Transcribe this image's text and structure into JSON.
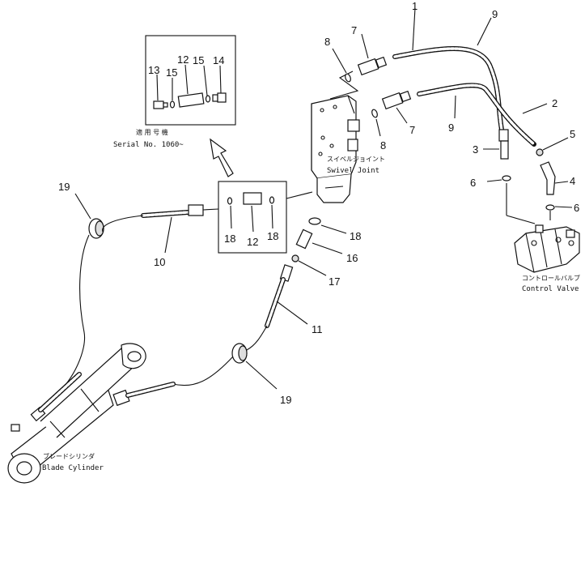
{
  "callouts": {
    "c1": "1",
    "c2": "2",
    "c3": "3",
    "c4": "4",
    "c5": "5",
    "c6a": "6",
    "c6b": "6",
    "c7a": "7",
    "c7b": "7",
    "c8a": "8",
    "c8b": "8",
    "c9a": "9",
    "c9b": "9",
    "c10": "10",
    "c11": "11",
    "c12a": "12",
    "c12b": "12",
    "c13": "13",
    "c14": "14",
    "c15a": "15",
    "c15b": "15",
    "c16": "16",
    "c17": "17",
    "c18a": "18",
    "c18b": "18",
    "c18c": "18",
    "c19a": "19",
    "c19b": "19"
  },
  "captions": {
    "serial_jp": "適 用 号 機",
    "serial_en": "Serial No. 1060~",
    "swivel_jp": "スイベルジョイント",
    "swivel_en": "Swivel Joint",
    "control_jp": "コントロールバルブ",
    "control_en": "Control Valve",
    "blade_jp": "ブレードシリンダ",
    "blade_en": "Blade Cylinder"
  }
}
